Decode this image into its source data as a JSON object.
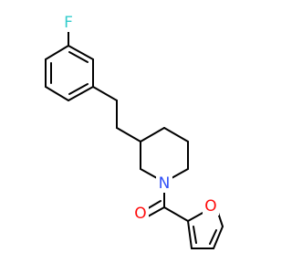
{
  "molecule": {
    "atoms": {
      "fluorine": {
        "symbol": "F",
        "color": "#33CCCC"
      },
      "nitrogen": {
        "symbol": "N",
        "color": "#3050F8"
      },
      "carbonyl_oxygen": {
        "symbol": "O",
        "color": "#FF0D0D"
      },
      "furan_oxygen": {
        "symbol": "O",
        "color": "#FF0D0D"
      }
    },
    "bond_color": "#000000"
  }
}
